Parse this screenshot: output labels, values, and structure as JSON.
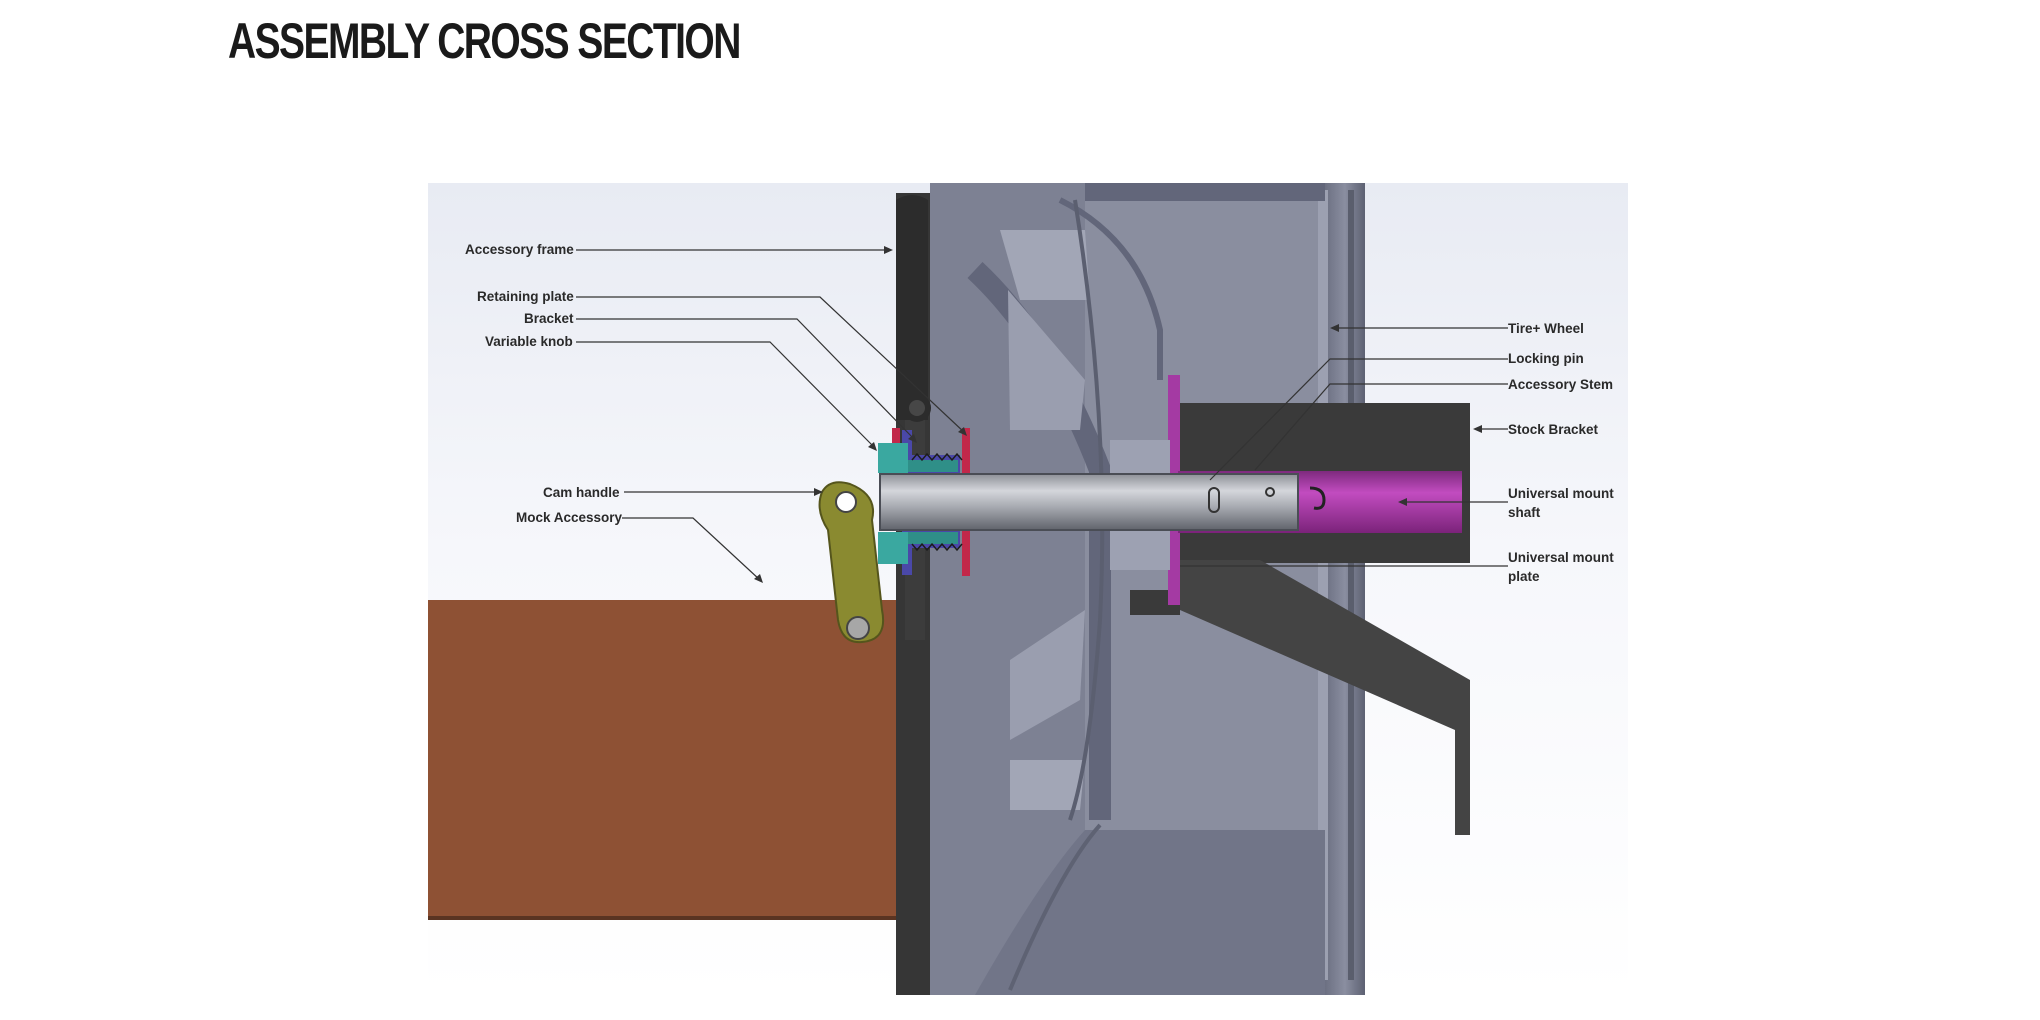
{
  "title": "ASSEMBLY CROSS SECTION",
  "labels": {
    "accessory_frame": "Accessory frame",
    "retaining_plate": "Retaining plate",
    "bracket": "Bracket",
    "variable_knob": "Variable knob",
    "cam_handle": "Cam handle",
    "mock_accessory": "Mock Accessory",
    "tire_wheel": "Tire+ Wheel",
    "locking_pin": "Locking pin",
    "accessory_stem": "Accessory Stem",
    "stock_bracket": "Stock Bracket",
    "universal_mount_shaft_1": "Universal mount",
    "universal_mount_shaft_2": "shaft",
    "universal_mount_plate_1": "Universal mount",
    "universal_mount_plate_2": "plate"
  },
  "colors": {
    "mock_accessory": "#8e5134",
    "wheel": "#7b7f90",
    "purple": "#a43aa3",
    "teal": "#3aa8a0",
    "blue": "#4a48a8",
    "red": "#c2284a",
    "olive": "#8a8a30",
    "dark": "#383838"
  }
}
